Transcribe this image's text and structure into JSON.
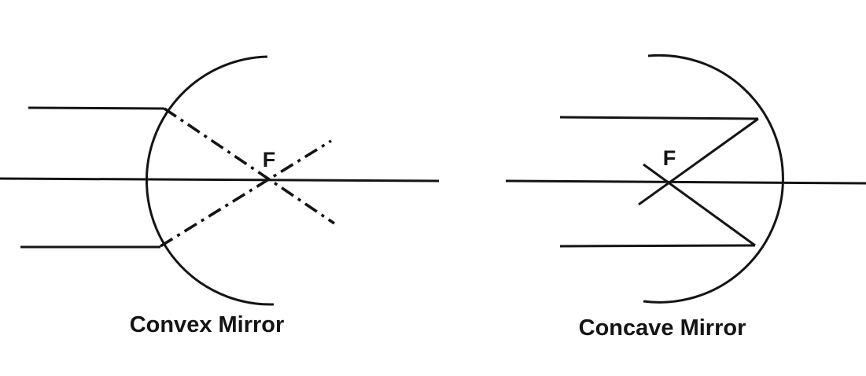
{
  "page": {
    "background_color": "#ffffff",
    "line_color": "#141414"
  },
  "diagrams": {
    "convex": {
      "title": "Convex Mirror",
      "focal_point_label": "F"
    },
    "concave": {
      "title": "Concave Mirror",
      "focal_point_label": "F"
    }
  }
}
